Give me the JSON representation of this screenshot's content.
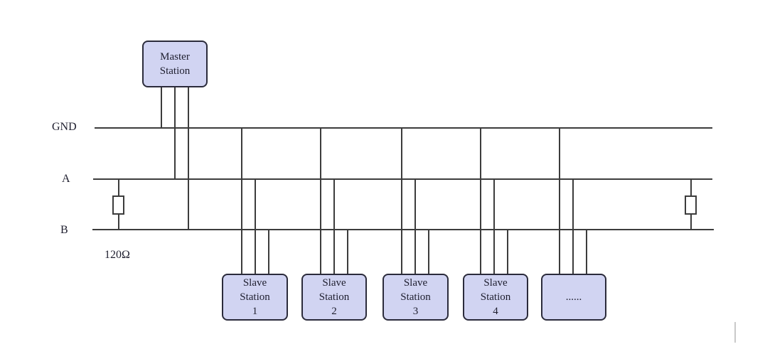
{
  "diagram": {
    "type": "bus-topology-schematic",
    "bus": {
      "gnd_label": "GND",
      "a_label": "A",
      "b_label": "B"
    },
    "termination": {
      "resistance_label": "120Ω",
      "resistor_count": 2
    },
    "master": {
      "name_line1": "Master",
      "name_line2": "Station"
    },
    "slaves": [
      {
        "name_line1": "Slave",
        "name_line2": "Station",
        "name_line3": "1"
      },
      {
        "name_line1": "Slave",
        "name_line2": "Station",
        "name_line3": "2"
      },
      {
        "name_line1": "Slave",
        "name_line2": "Station",
        "name_line3": "3"
      },
      {
        "name_line1": "Slave",
        "name_line2": "Station",
        "name_line3": "4"
      },
      {
        "ellipsis_label": "......"
      }
    ],
    "colors": {
      "background": "#ffffff",
      "wire": "#3c3c3c",
      "station_fill": "#d1d4f2",
      "station_border": "#2b2b3b",
      "text": "#1e1e2e"
    }
  }
}
